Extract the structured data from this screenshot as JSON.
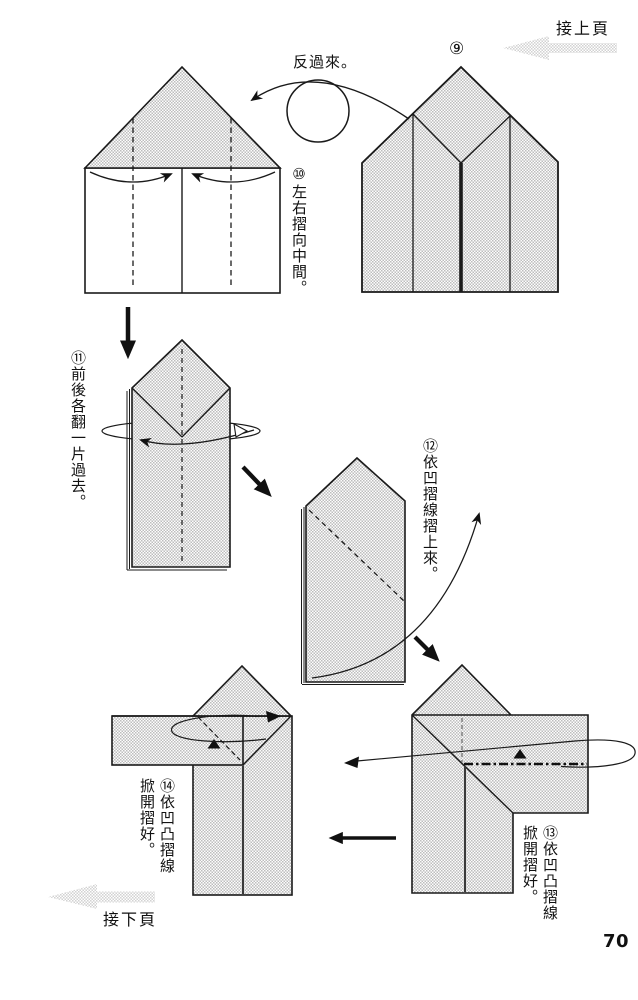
{
  "page": {
    "number": "70",
    "prev_page_label": "接上頁",
    "next_page_label": "接下頁"
  },
  "labels": {
    "turn_over": "反過來。"
  },
  "steps": {
    "s9": {
      "badge": "⑨"
    },
    "s10": {
      "text": "⑩左右摺向中間。"
    },
    "s11": {
      "text": "⑪前後各翻一片過去。"
    },
    "s12": {
      "text": "⑫依凹摺線摺上來。"
    },
    "s13": {
      "text": "⑬依凹凸摺線掀開摺好。"
    },
    "s14": {
      "text": "⑭依凹凸摺線掀開摺好。"
    }
  },
  "colors": {
    "ink": "#1a1a1a",
    "paper_shade": "#bdbdbd",
    "nav_arrow_shade": "#d2d2d2"
  }
}
